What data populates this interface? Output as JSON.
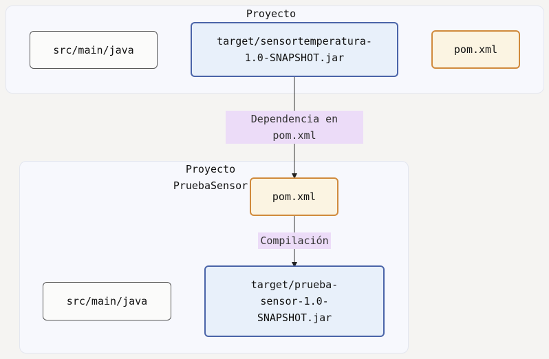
{
  "clusters": {
    "proyecto": {
      "title": "Proyecto"
    },
    "prueba": {
      "title": "Proyecto\nPruebaSensor"
    }
  },
  "nodes": {
    "src_main_1": "src/main/java",
    "target_jar_1": "target/sensortemperatura-\n1.0-SNAPSHOT.jar",
    "pom_1": "pom.xml",
    "pom_2": "pom.xml",
    "target_jar_2": "target/prueba-\nsensor-1.0-\nSNAPSHOT.jar",
    "src_main_2": "src/main/java"
  },
  "edges": {
    "dependencia": "Dependencia en\npom.xml",
    "compilacion": "Compilación"
  },
  "colors": {
    "cluster_fill": "#f7f8fd",
    "blue_border": "#4a64a8",
    "blue_fill": "#e8f0fa",
    "orange_border": "#d08a3c",
    "orange_fill": "#fbf4e2",
    "label_fill": "#ecdcf8"
  }
}
